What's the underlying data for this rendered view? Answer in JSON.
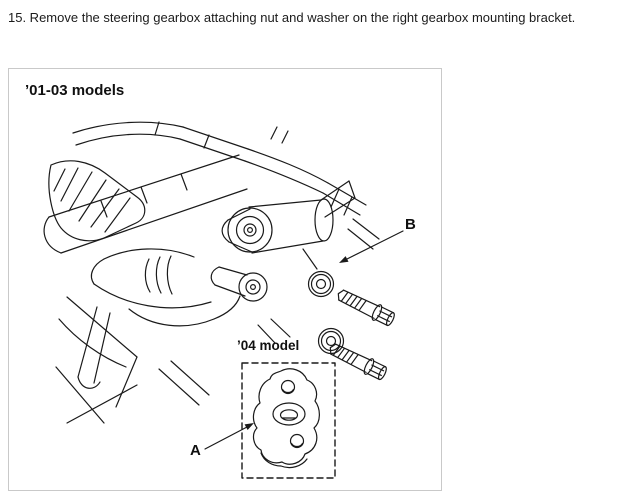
{
  "page": {
    "step_text": "15. Remove the steering gearbox attaching nut and washer on the right gearbox mounting bracket."
  },
  "figure": {
    "title": "’01-03 models",
    "inset_label": "’04 model",
    "label_a": "A",
    "label_b": "B",
    "ink_color": "#1a1a1a",
    "frame_border_color": "#c9c9c9"
  }
}
